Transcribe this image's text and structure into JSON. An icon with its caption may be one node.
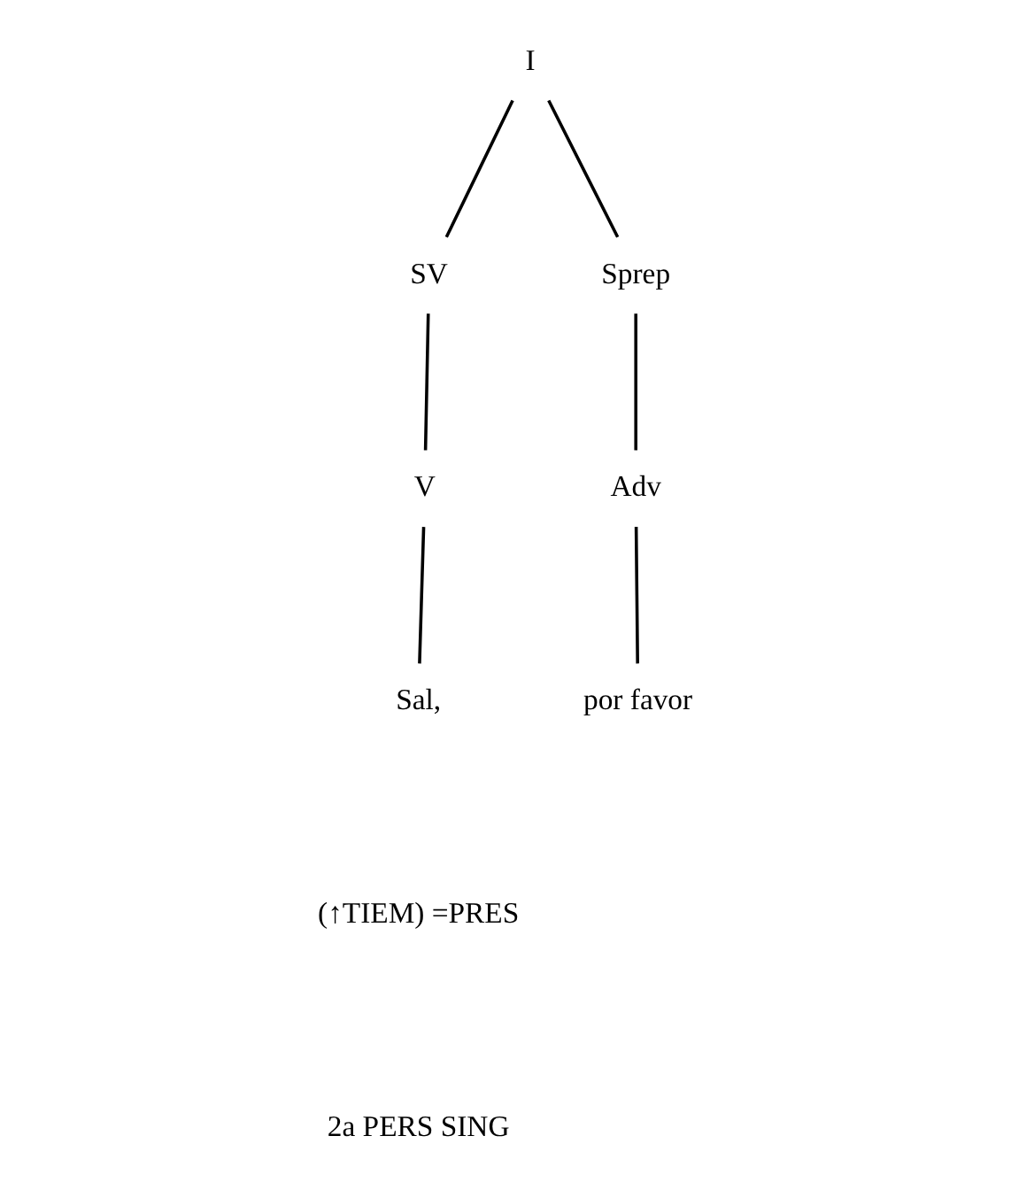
{
  "diagram": {
    "nodes": [
      {
        "text": [
          "I"
        ]
      },
      {
        "text": [
          "SV"
        ]
      },
      {
        "text": [
          "Sprep"
        ]
      },
      {
        "text": [
          "V"
        ]
      },
      {
        "text": [
          "Adv"
        ]
      },
      {
        "text": [
          "Sal,"
        ]
      },
      {
        "text": [
          "por favor"
        ]
      }
    ],
    "edges": [
      {
        "from": 0,
        "to": 1,
        "arrow": "none"
      },
      {
        "from": 0,
        "to": 2,
        "arrow": "none"
      },
      {
        "from": 1,
        "to": 3,
        "arrow": "none"
      },
      {
        "from": 2,
        "to": 4,
        "arrow": "none"
      },
      {
        "from": 3,
        "to": 5,
        "arrow": "none"
      },
      {
        "from": 4,
        "to": 6,
        "arrow": "none"
      }
    ],
    "labels": [
      "(↑TIEM) =PRES",
      "2a PERS SING"
    ]
  }
}
